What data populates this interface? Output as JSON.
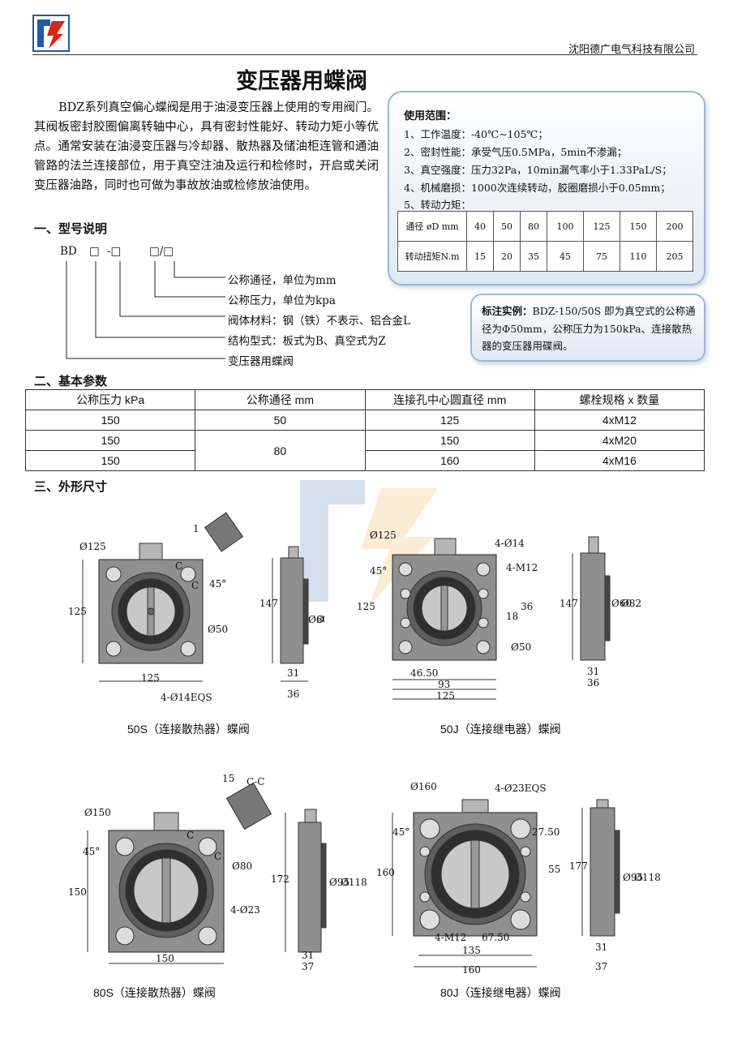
{
  "header": {
    "company": "沈阳德广电气科技有限公司"
  },
  "title": "变压器用蝶阀",
  "intro": "BDZ系列真空偏心蝶阀是用于油浸变压器上使用的专用阀门。其阀板密封胶圈偏离转轴中心，具有密封性能好、转动力矩小等优点。通常安装在油浸变压器与冷却器、散热器及储油柜连管和通油管路的法兰连接部位，用于真空注油及运行和检修时，开启或关闭变压器油路，同时也可做为事故放油或检修放油使用。",
  "sections": {
    "model": "一、型号说明",
    "params": "二、基本参数",
    "dims": "三、外形尺寸"
  },
  "model_code": {
    "prefix": "BD",
    "box1": "□",
    "dash": "-□",
    "box3": "□/□",
    "labels": [
      "公称通径，单位为mm",
      "公称压力，单位为kpa",
      "阀体材料：钢（铁）不表示、铝合金L",
      "结构型式：板式为B、真空式为Z",
      "变压器用蝶阀"
    ]
  },
  "usage": {
    "title": "使用范围：",
    "lines": [
      "1、工作温度：-40℃~105℃；",
      "2、密封性能：承受气压0.5MPa，5min不渗漏；",
      "3、真空强度：压力32Pa，10min漏气率小于1.33PaL/S；",
      "4、机械磨损：1000次连续转动，胶圈磨损小于0.05mm；",
      "5、转动力矩："
    ],
    "torque_table": {
      "row1_label": "通径 øD mm",
      "row1": [
        "40",
        "50",
        "80",
        "100",
        "125",
        "150",
        "200"
      ],
      "row2_label": "转动扭矩N.m",
      "row2": [
        "15",
        "20",
        "35",
        "45",
        "75",
        "110",
        "205"
      ]
    }
  },
  "example": {
    "label": "标注实例：",
    "text": "BDZ-150/50S 即为真空式的公称通径为Φ50mm，公称压力为150kPa、连接散热器的变压器用碟阀。"
  },
  "params_table": {
    "headers": [
      "公称压力 kPa",
      "公称通径 mm",
      "连接孔中心圆直径 mm",
      "螺栓规格 x 数量"
    ],
    "rows": [
      [
        "150",
        "50",
        "125",
        "4xM12"
      ],
      [
        "150",
        "80",
        "150",
        "4xM20"
      ],
      [
        "150",
        "",
        "160",
        "4xM16"
      ]
    ]
  },
  "drawings": {
    "d50s": {
      "caption": "50S（连接散热器）蝶阀",
      "dims": [
        "Ø125",
        "125",
        "C",
        "C",
        "45°",
        "Ø50",
        "125",
        "4-Ø14EQS",
        "1",
        "147",
        "Ø60",
        "Ø82",
        "31",
        "36"
      ]
    },
    "d50j": {
      "caption": "50J（连接继电器）蝶阀",
      "dims": [
        "Ø125",
        "4-Ø14",
        "45°",
        "4-M12",
        "125",
        "36",
        "18",
        "Ø50",
        "46.50",
        "93",
        "125",
        "147",
        "Ø60",
        "Ø82",
        "31",
        "36"
      ]
    },
    "d80s": {
      "caption": "80S（连接散热器）蝶阀",
      "dims": [
        "15",
        "C-C",
        "Ø150",
        "45°",
        "C",
        "C",
        "Ø80",
        "150",
        "4-Ø23",
        "150",
        "172",
        "Ø95",
        "Ø118",
        "31",
        "37"
      ]
    },
    "d80j": {
      "caption": "80J（连接继电器）蝶阀",
      "dims": [
        "Ø160",
        "4-Ø23EQS",
        "45°",
        "27.50",
        "160",
        "55",
        "4-M12",
        "67.50",
        "135",
        "160",
        "177",
        "Ø95",
        "Ø118",
        "31",
        "37"
      ]
    }
  },
  "colors": {
    "accent_blue": "#1f5aa6",
    "accent_red": "#d7261e",
    "box_border": "#9db7d6"
  }
}
